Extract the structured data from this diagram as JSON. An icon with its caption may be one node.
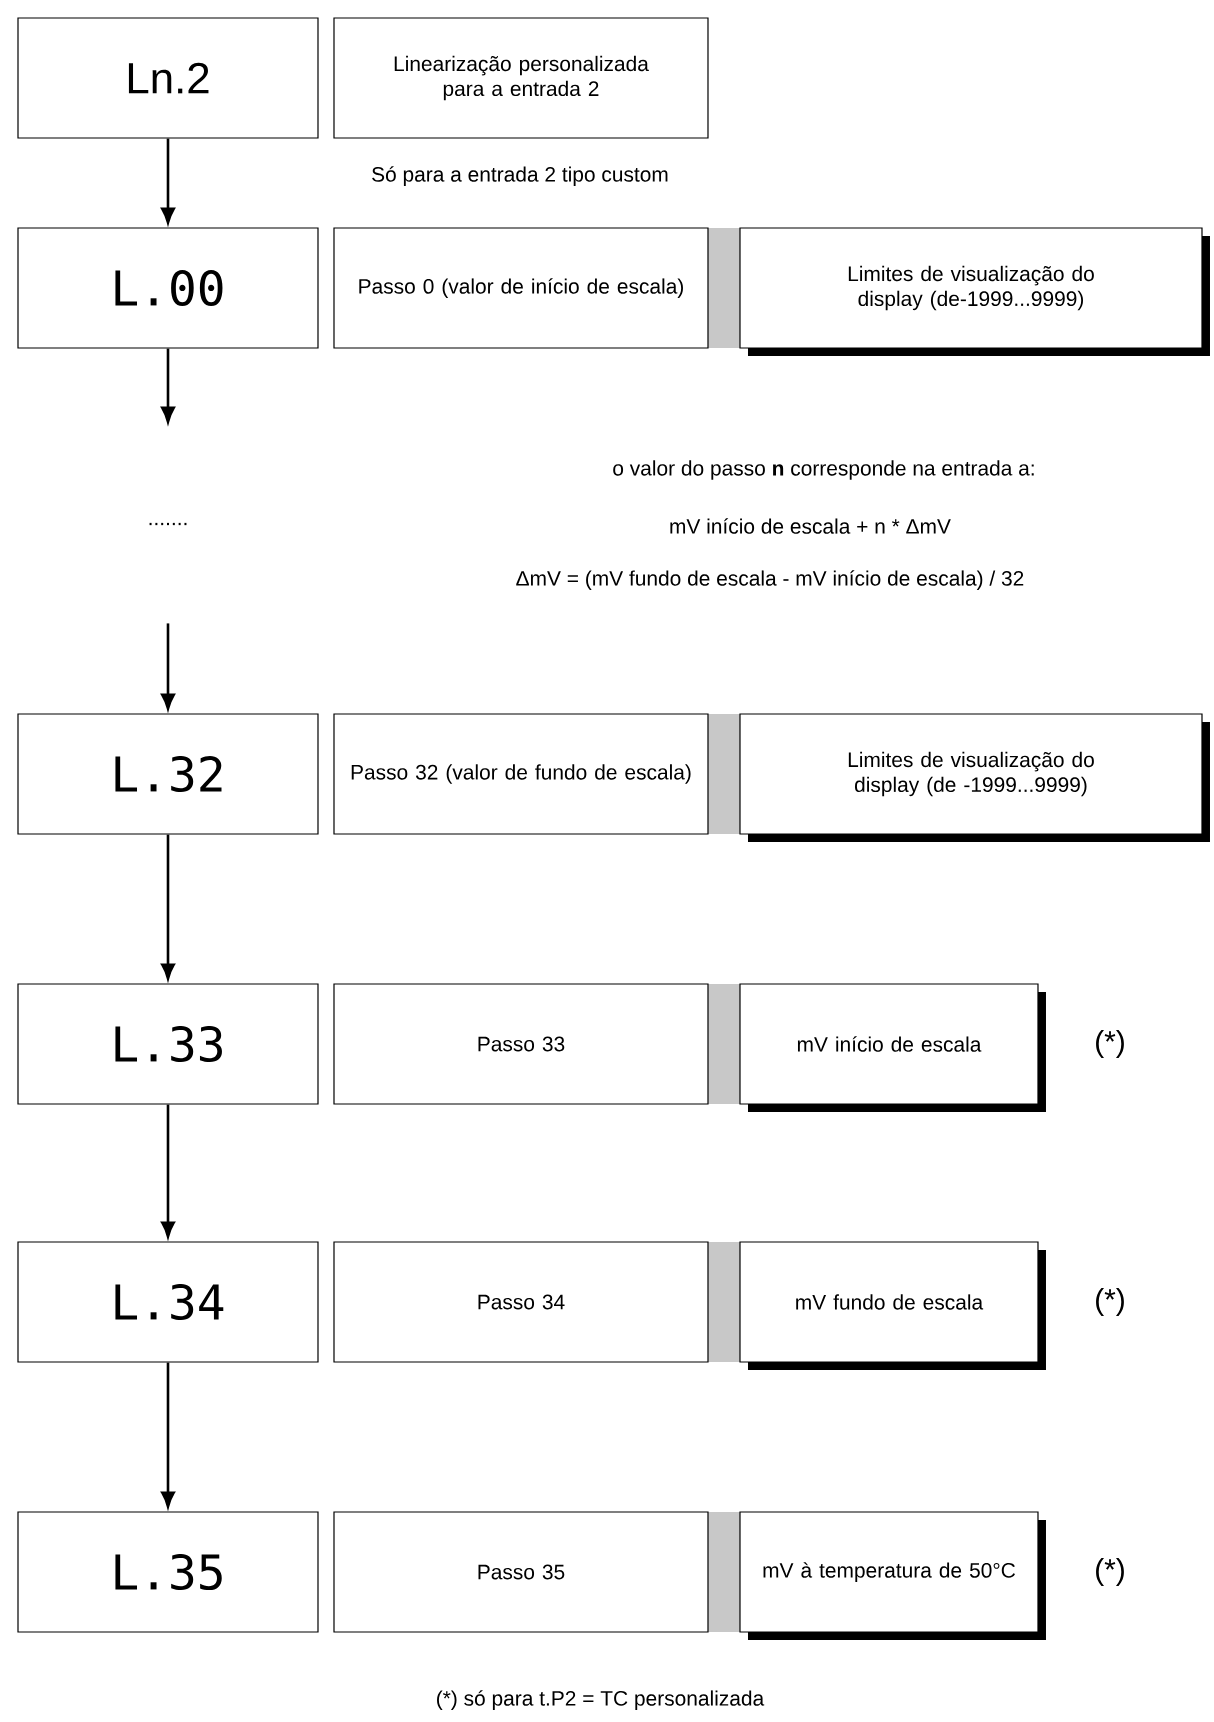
{
  "diagram": {
    "nodes": [
      {
        "text": [
          "Ln.2"
        ]
      },
      {
        "text": [
          "Linearização personalizada para a entrada 2"
        ]
      },
      {
        "text": [
          "L.00"
        ]
      },
      {
        "text": [
          "Passo 0 (valor de início de escala)"
        ]
      },
      {
        "text": [
          "Limites de visualização do display (de-1999...9999)"
        ]
      },
      {
        "text": [
          "L.32"
        ]
      },
      {
        "text": [
          "Passo 32 (valor de fundo de escala)"
        ]
      },
      {
        "text": [
          "Limites de visualização do display (de -1999...9999)"
        ]
      },
      {
        "text": [
          "L.33"
        ]
      },
      {
        "text": [
          "Passo 33"
        ]
      },
      {
        "text": [
          "mV início de escala"
        ],
        "beside": [
          "(*)"
        ]
      },
      {
        "text": [
          "L.34"
        ]
      },
      {
        "text": [
          "Passo 34"
        ]
      },
      {
        "text": [
          "mV fundo de escala"
        ],
        "beside": [
          "(*)"
        ]
      },
      {
        "text": [
          "L.35"
        ]
      },
      {
        "text": [
          "Passo 35"
        ]
      },
      {
        "text": [
          "mV à temperatura de 50°C"
        ],
        "beside": [
          "(*)"
        ]
      }
    ],
    "edges": [
      {
        "from": 0,
        "to": 2,
        "arrow": "to"
      },
      {
        "from": 2,
        "to": null,
        "arrow": "to"
      },
      {
        "from": null,
        "to": 5,
        "arrow": "to"
      },
      {
        "from": 5,
        "to": 8,
        "arrow": "to"
      },
      {
        "from": 8,
        "to": 11,
        "arrow": "to"
      },
      {
        "from": 11,
        "to": 14,
        "arrow": "to"
      }
    ],
    "labels": [
      "Só para a entrada 2 tipo custom",
      ".......",
      "o valor do passo **n** corresponde na entrada a:",
      "mV início de escala + n * ΔmV",
      "ΔmV = (mV fundo de escala - mV início de escala) / 32",
      "(*) só para t.P2 = TC personalizada"
    ]
  }
}
